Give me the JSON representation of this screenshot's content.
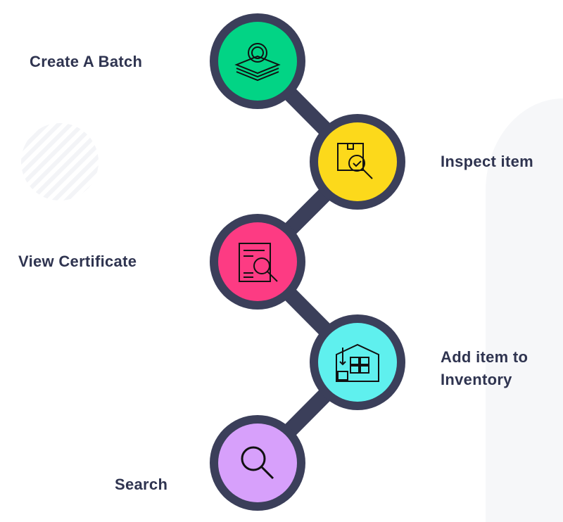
{
  "colors": {
    "connector": "#3b3f5a",
    "green": "#02d485",
    "yellow": "#fcd91b",
    "pink": "#fd3b83",
    "cyan": "#5ff0ee",
    "purple": "#d7a0fb",
    "text": "#2f3450"
  },
  "steps": [
    {
      "label": "Create A Batch",
      "icon": "gear-layers-icon"
    },
    {
      "label": "Inspect item",
      "icon": "box-inspect-icon"
    },
    {
      "label": "View Certificate",
      "icon": "document-search-icon"
    },
    {
      "label": "Add item to Inventory",
      "line1": "Add item to",
      "line2": "Inventory",
      "icon": "warehouse-icon"
    },
    {
      "label": "Search",
      "icon": "search-icon"
    }
  ]
}
